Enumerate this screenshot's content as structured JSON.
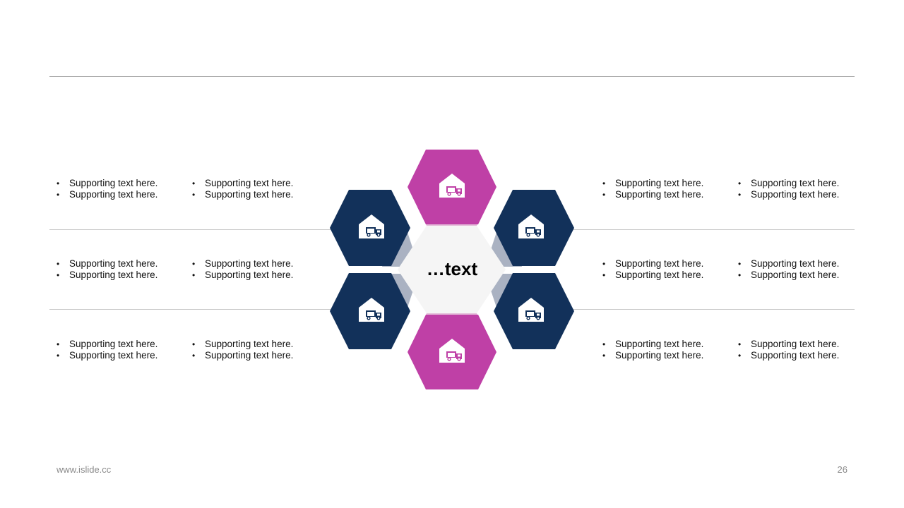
{
  "colors": {
    "magenta": "#bf40a6",
    "navy": "#12315a",
    "connector_gray": "#aab2c2",
    "connector_pink": "#e4bcd9",
    "center_fill": "#f5f5f5",
    "rule": "#c8c8c8"
  },
  "diagram": {
    "center_label": "…text",
    "nodes": [
      {
        "position": "top",
        "color": "magenta",
        "icon": "warehouse-truck-icon"
      },
      {
        "position": "upper-right",
        "color": "navy",
        "icon": "warehouse-truck-icon"
      },
      {
        "position": "lower-right",
        "color": "navy",
        "icon": "warehouse-truck-icon"
      },
      {
        "position": "bottom",
        "color": "magenta",
        "icon": "warehouse-truck-icon"
      },
      {
        "position": "lower-left",
        "color": "navy",
        "icon": "warehouse-truck-icon"
      },
      {
        "position": "upper-left",
        "color": "navy",
        "icon": "warehouse-truck-icon"
      }
    ]
  },
  "left_rows": [
    {
      "col1": [
        "Supporting  text here.",
        "Supporting  text here."
      ],
      "col2": [
        "Supporting  text here.",
        "Supporting  text here."
      ]
    },
    {
      "col1": [
        "Supporting  text here.",
        "Supporting  text here."
      ],
      "col2": [
        "Supporting  text here.",
        "Supporting  text here."
      ]
    },
    {
      "col1": [
        "Supporting  text here.",
        "Supporting  text here."
      ],
      "col2": [
        "Supporting  text here.",
        "Supporting  text here."
      ]
    }
  ],
  "right_rows": [
    {
      "col1": [
        "Supporting  text here.",
        "Supporting  text here."
      ],
      "col2": [
        "Supporting  text here.",
        "Supporting  text here."
      ]
    },
    {
      "col1": [
        "Supporting  text here.",
        "Supporting  text here."
      ],
      "col2": [
        "Supporting  text here.",
        "Supporting  text here."
      ]
    },
    {
      "col1": [
        "Supporting  text here.",
        "Supporting  text here."
      ],
      "col2": [
        "Supporting  text here.",
        "Supporting  text here."
      ]
    }
  ],
  "footer": {
    "url": "www.islide.cc",
    "page_number": "26"
  }
}
